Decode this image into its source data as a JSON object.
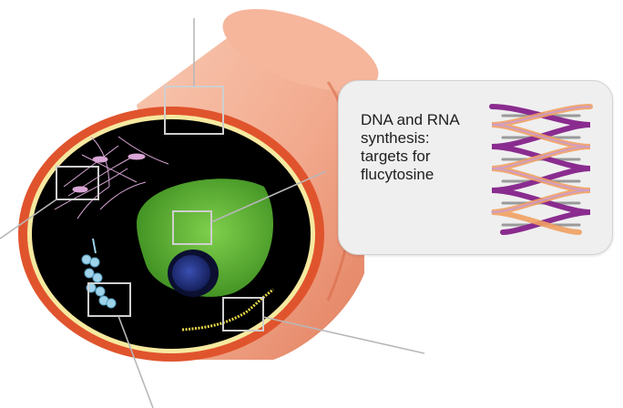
{
  "callout": {
    "text": "DNA and RNA\nsynthesis:\ntargets for\nflucytosine"
  },
  "colors": {
    "cell_wall_outer": "#f2a98d",
    "cell_wall_ring": "#e0542d",
    "membrane": "#f6e9a0",
    "cytoplasm": "#000000",
    "nucleus_outer": "#5fbf2f",
    "nucleus_inner": "#1f2f7a",
    "callout_box": "#efefef",
    "helix_purple": "#8a2c8f",
    "helix_orange": "#f0a060"
  },
  "icons": [
    "fungal-cell",
    "nucleus",
    "dna-helix",
    "ribosome",
    "microtubules",
    "mrna-strand"
  ]
}
